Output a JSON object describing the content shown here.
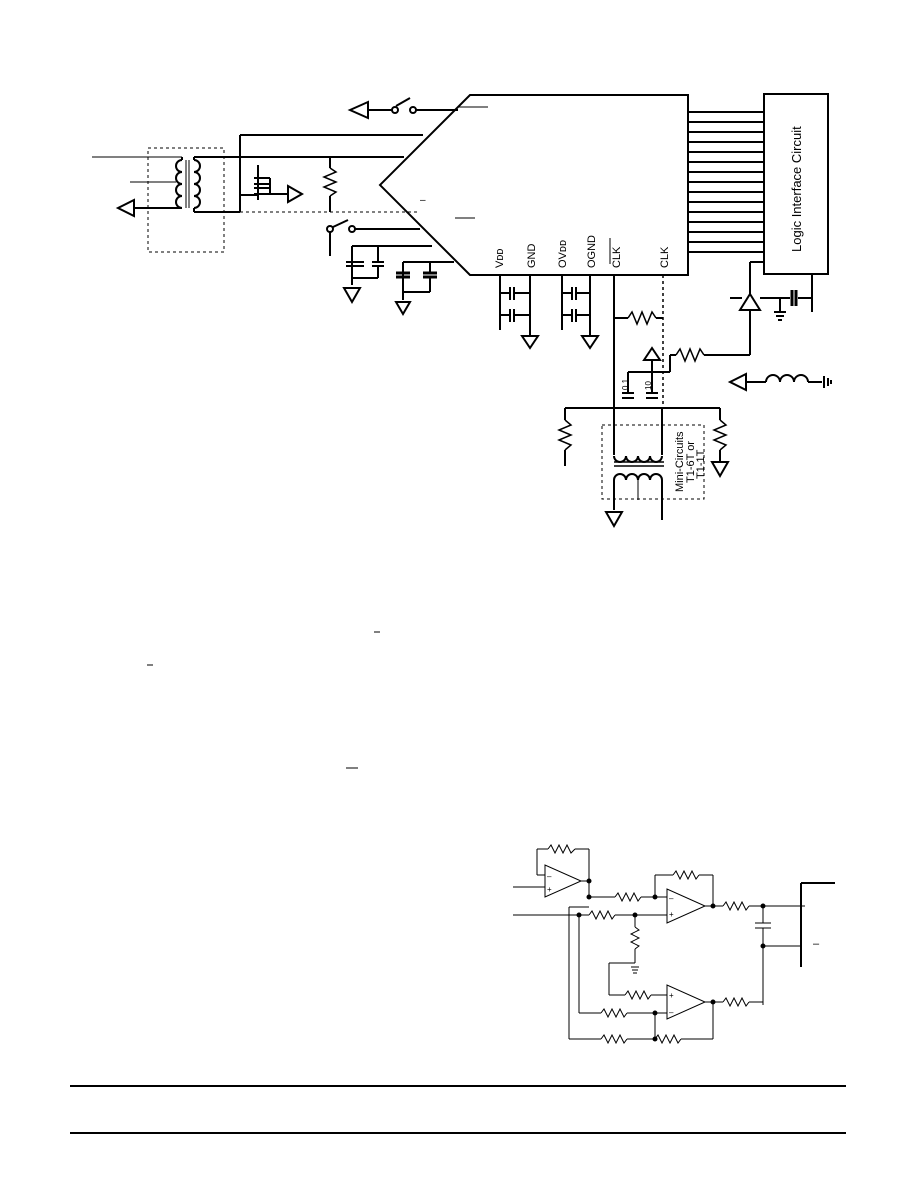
{
  "adc_pins": {
    "vdd": "Vᴅᴅ",
    "gnd": "GND",
    "ovdd": "OVᴅᴅ",
    "ognd": "OGND",
    "clk_bar": "CLK",
    "clk": "CLK"
  },
  "logic_block": {
    "label": "Logic Interface Circuit"
  },
  "transformer": {
    "line1": "Mini-Circuits",
    "line2": "T1-6T or",
    "line3": "T1-1T"
  },
  "caps": {
    "c1": "0.1",
    "c2": "10"
  },
  "misc": {
    "minus_mark": "–"
  }
}
